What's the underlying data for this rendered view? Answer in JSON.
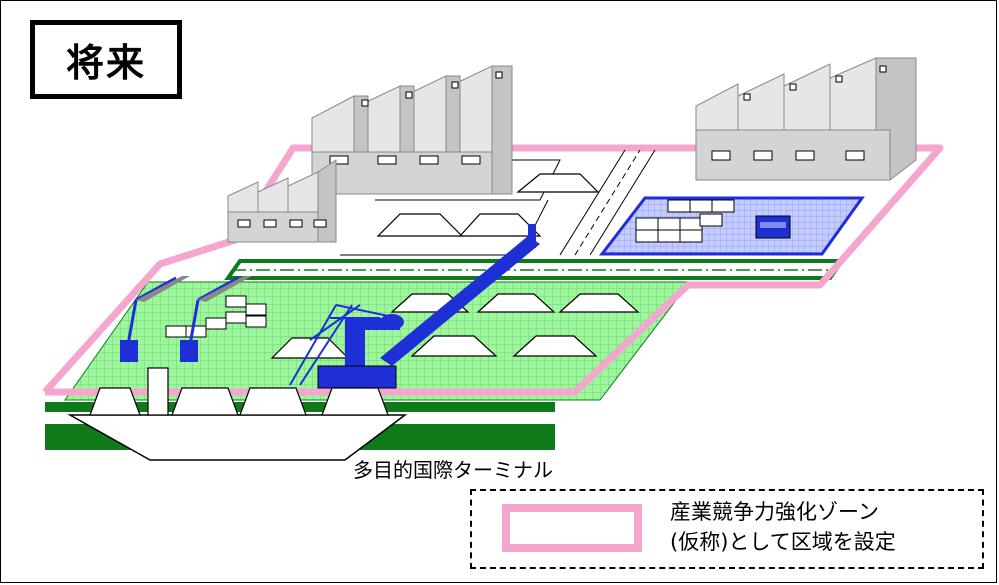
{
  "header": {
    "title": "将来"
  },
  "caption": "多目的国際ターミナル",
  "legend": {
    "line1": "産業競争力強化ゾーン",
    "line2": "(仮称)として区域を設定"
  },
  "colors": {
    "zone_border": "#f4a6cf",
    "yard_green": "#9cf79c",
    "equipment_blue": "#1f2fd6",
    "container_yard": "#b9c6ff",
    "factory_gray": "#d4d4d4",
    "quay_green": "#0f7a19"
  }
}
